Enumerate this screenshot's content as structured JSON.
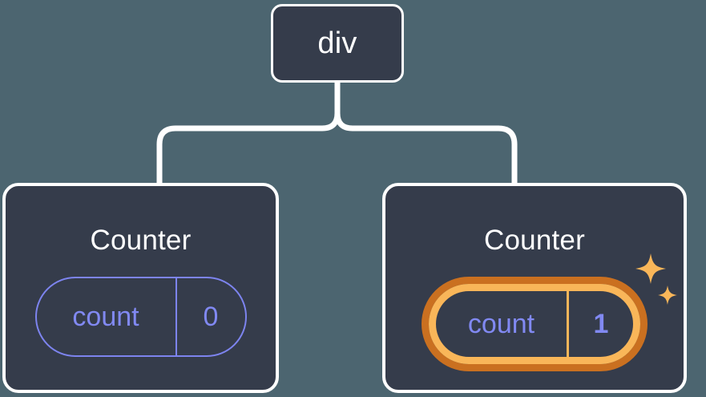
{
  "diagram": {
    "type": "component-tree",
    "background_color": "#4c6570",
    "node_fill_color": "#353c4b",
    "node_border_color": "#ffffff",
    "connector_color": "#ffffff",
    "accent_blue": "#8189f2",
    "accent_orange_outer": "#ca7020",
    "accent_orange_inner": "#f9b659",
    "root": {
      "label": "div"
    },
    "children": [
      {
        "label": "Counter",
        "state": {
          "key": "count",
          "value": "0"
        },
        "highlighted": false
      },
      {
        "label": "Counter",
        "state": {
          "key": "count",
          "value": "1"
        },
        "highlighted": true,
        "sparkle_icons": [
          "sparkle-large",
          "sparkle-small"
        ]
      }
    ]
  }
}
